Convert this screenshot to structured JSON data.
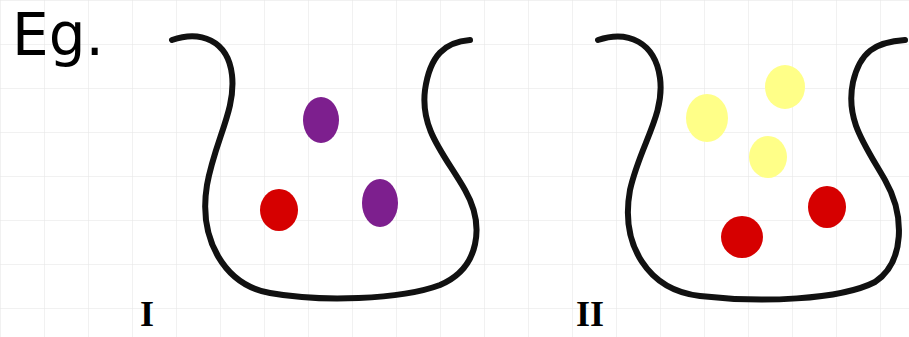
{
  "diagram": {
    "labels": [
      "Eg.",
      "I",
      "II"
    ]
  }
}
